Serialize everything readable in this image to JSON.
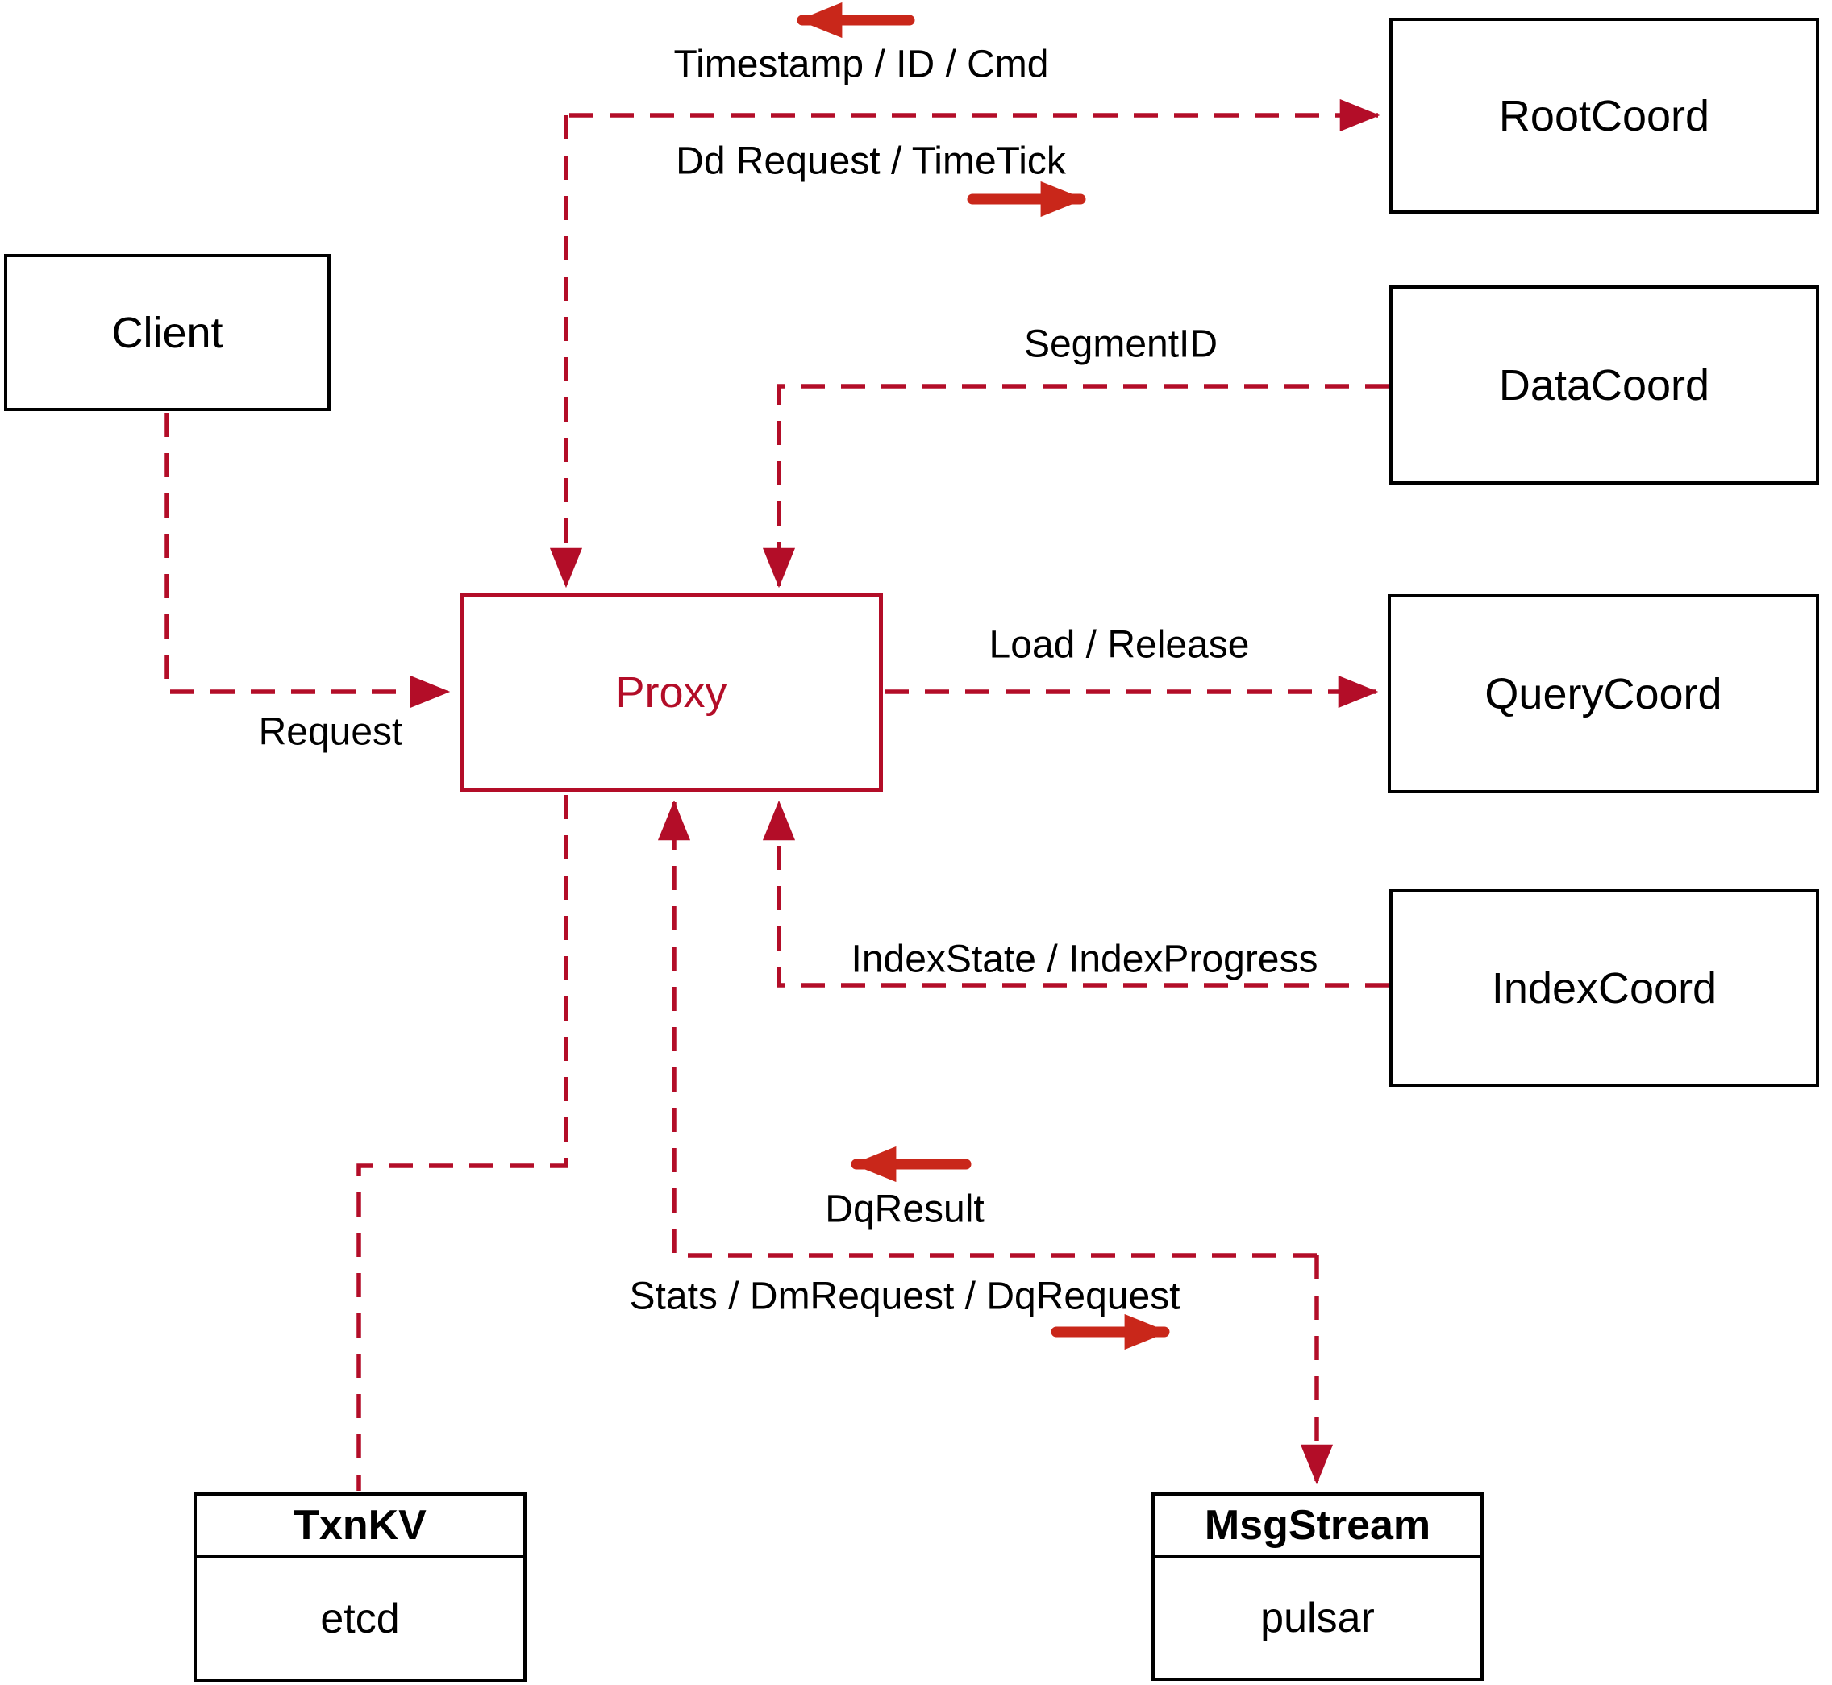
{
  "diagram": {
    "nodes": {
      "client": {
        "label": "Client"
      },
      "proxy": {
        "label": "Proxy"
      },
      "root_coord": {
        "label": "RootCoord"
      },
      "data_coord": {
        "label": "DataCoord"
      },
      "query_coord": {
        "label": "QueryCoord"
      },
      "index_coord": {
        "label": "IndexCoord"
      },
      "txn_kv": {
        "title": "TxnKV",
        "body": "etcd"
      },
      "msg_stream": {
        "title": "MsgStream",
        "body": "pulsar"
      }
    },
    "edge_labels": {
      "timestamp_id_cmd": "Timestamp / ID / Cmd",
      "dd_request_timetick": "Dd Request / TimeTick",
      "segment_id": "SegmentID",
      "load_release": "Load / Release",
      "index_state_progress": "IndexState / IndexProgress",
      "request": "Request",
      "dq_result": "DqResult",
      "stats_dm_dq": "Stats / DmRequest / DqRequest"
    },
    "colors": {
      "connector": "#b30d28",
      "arrow": "#c9271a",
      "box_border": "#000000",
      "proxy_accent": "#b30d28",
      "text": "#000000",
      "background": "#ffffff"
    }
  }
}
